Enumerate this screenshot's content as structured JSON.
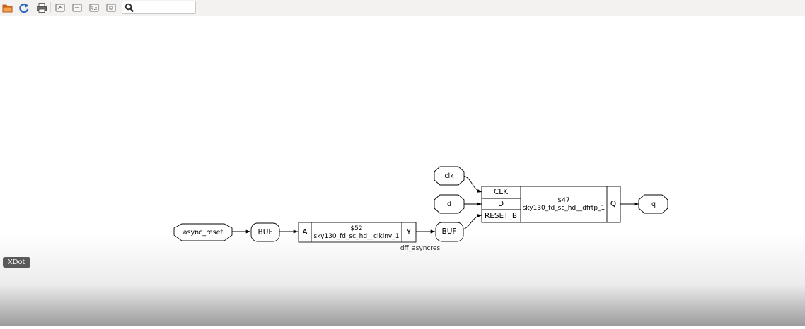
{
  "toolbar": {
    "buttons": [
      {
        "icon": "open-folder-icon",
        "label": ""
      },
      {
        "icon": "reload-icon",
        "label": ""
      },
      {
        "icon": "print-icon",
        "label": ""
      },
      {
        "icon": "zoom-in-icon",
        "label": ""
      },
      {
        "icon": "zoom-out-icon",
        "label": ""
      },
      {
        "icon": "zoom-fit-icon",
        "label": ""
      },
      {
        "icon": "zoom-100-icon",
        "label": ""
      }
    ],
    "search": {
      "value": "",
      "icon": "search-icon"
    }
  },
  "graph": {
    "ports": {
      "async_reset": "async_reset",
      "clk": "clk",
      "d": "d",
      "q": "q"
    },
    "buffers": {
      "buf1": "BUF",
      "buf2": "BUF"
    },
    "cell_inv": {
      "id": "$52",
      "type": "sky130_fd_sc_hd__clkinv_1",
      "in_pin": "A",
      "out_pin": "Y"
    },
    "cell_dff": {
      "id": "$47",
      "type": "sky130_fd_sc_hd__dfrtp_1",
      "pins": [
        "CLK",
        "D",
        "RESET_B"
      ],
      "out_pin": "Q"
    },
    "module_label": "dff_asyncres"
  },
  "app_label": "XDot",
  "colors": {
    "toolbar_bg": "#f3f2f1",
    "canvas_bg": "#ffffff",
    "stroke": "#000000",
    "label_bg": "#5a5a5a"
  }
}
